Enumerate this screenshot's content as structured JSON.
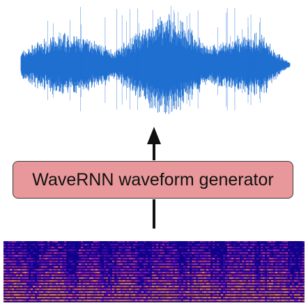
{
  "diagram": {
    "generator_label": "WaveRNN waveform generator"
  },
  "colors": {
    "waveform": "#1f6fd1",
    "box_fill": "#e8979a",
    "box_border": "#3a3a3a",
    "arrow": "#111111",
    "spectrogram_bg": "#10008a",
    "spectrogram_hot": "#f3b544"
  },
  "icons": [
    "waveform-image",
    "mel-spectrogram-image",
    "up-arrow-icon"
  ]
}
